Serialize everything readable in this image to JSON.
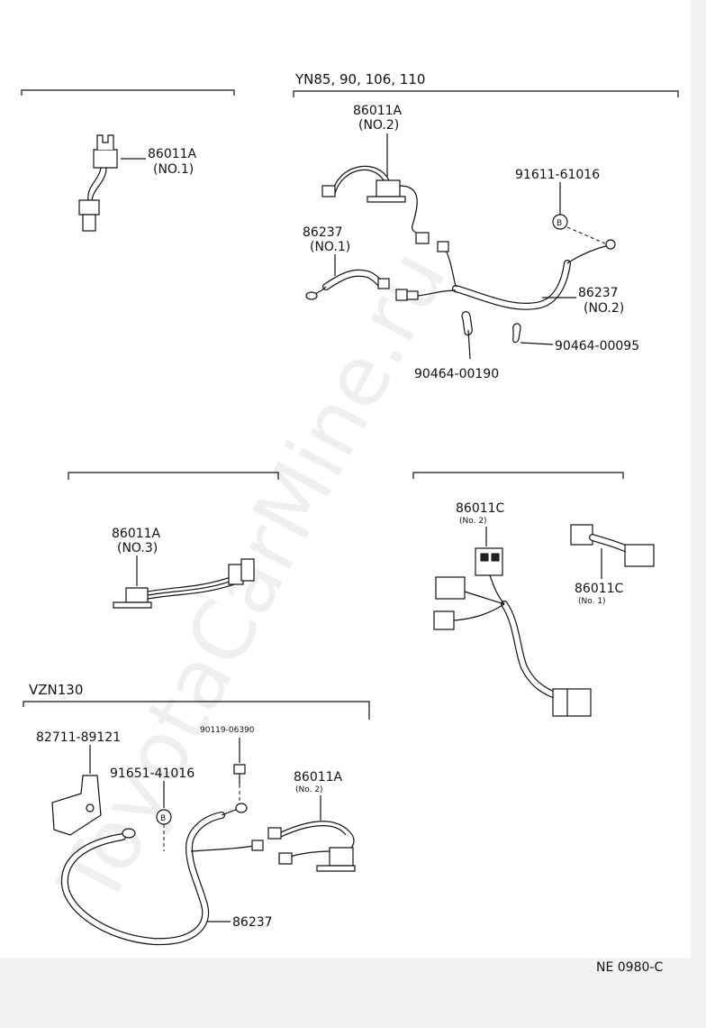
{
  "watermark": "ToyotaCarMine.ru",
  "footer_code": "NE 0980-C",
  "sections": {
    "top_left": {
      "parts": [
        {
          "number": "86011A",
          "note": "(NO.1)"
        }
      ]
    },
    "top_right": {
      "title": "YN85, 90, 106, 110",
      "parts": [
        {
          "number": "86011A",
          "note": "(NO.2)"
        },
        {
          "number": "91611-61016"
        },
        {
          "number": "86237",
          "note": "(NO.1)"
        },
        {
          "number": "86237",
          "note": "(NO.2)"
        },
        {
          "number": "90464-00095"
        },
        {
          "number": "90464-00190"
        }
      ],
      "bolt_marker": "B"
    },
    "mid_left": {
      "parts": [
        {
          "number": "86011A",
          "note": "(NO.3)"
        }
      ]
    },
    "mid_right": {
      "parts": [
        {
          "number": "86011C",
          "note": "(No. 2)"
        },
        {
          "number": "86011C",
          "note": "(No. 1)"
        }
      ]
    },
    "bottom": {
      "title": "VZN130",
      "parts": [
        {
          "number": "82711-89121"
        },
        {
          "number": "90119-06390"
        },
        {
          "number": "91651-41016"
        },
        {
          "number": "86011A",
          "note": "(No. 2)"
        },
        {
          "number": "86237"
        }
      ],
      "bolt_marker": "B"
    }
  }
}
